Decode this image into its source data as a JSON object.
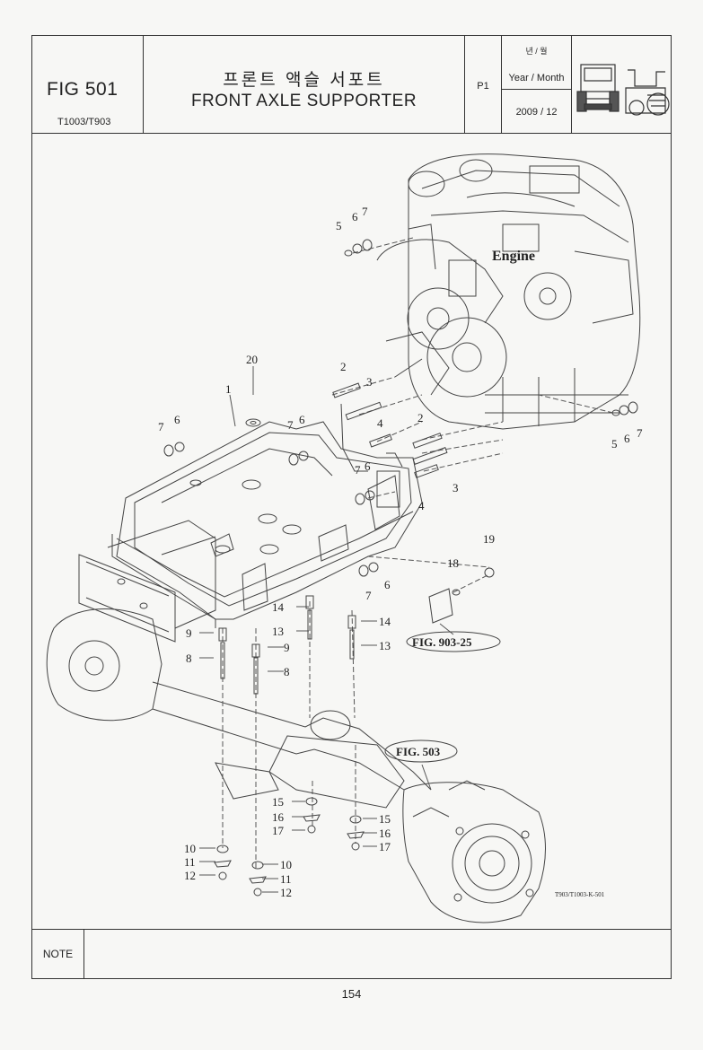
{
  "header": {
    "fig_no": "FIG 501",
    "model": "T1003/T903",
    "title_korean": "프론트 액슬 서포트",
    "title_english": "FRONT AXLE  SUPPORTER",
    "page_label": "P1",
    "date_label_korean": "년 / 월",
    "date_label_english": "Year / Month",
    "date_value": "2009 / 12"
  },
  "diagram": {
    "engine_label": "Engine",
    "ref_fig_1": "FIG. 903-25",
    "ref_fig_2": "FIG. 503",
    "drawing_code": "T903/T1003-K-501",
    "callouts": {
      "c1": "1",
      "c2a": "2",
      "c2b": "2",
      "c3a": "3",
      "c3b": "3",
      "c4a": "4",
      "c4b": "4",
      "c5a": "5",
      "c5b": "5",
      "c6a": "6",
      "c6b": "6",
      "c6c": "6",
      "c6d": "6",
      "c6e": "6",
      "c7a": "7",
      "c7b": "7",
      "c7c": "7",
      "c7d": "7",
      "c7e": "7",
      "c8a": "8",
      "c8b": "8",
      "c9a": "9",
      "c9b": "9",
      "c10a": "10",
      "c10b": "10",
      "c11a": "11",
      "c11b": "11",
      "c12a": "12",
      "c12b": "12",
      "c13a": "13",
      "c13b": "13",
      "c14a": "14",
      "c14b": "14",
      "c15a": "15",
      "c15b": "15",
      "c16a": "16",
      "c16b": "16",
      "c17a": "17",
      "c17b": "17",
      "c18": "18",
      "c19": "19",
      "c20": "20"
    }
  },
  "footer": {
    "note_label": "NOTE",
    "page_number": "154"
  }
}
